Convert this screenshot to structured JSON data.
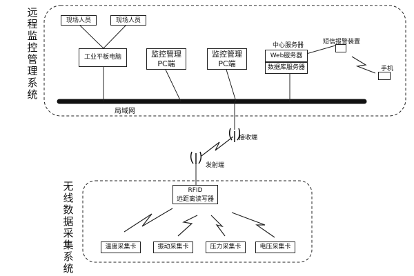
{
  "remote_system": {
    "title": "远程监控管理系统",
    "field_person_1": "现场人员",
    "field_person_2": "现场人员",
    "industrial_tablet": "工业平板电脑",
    "monitor_pc_1_line1": "监控管理",
    "monitor_pc_1_line2": "PC端",
    "monitor_pc_2_line1": "监控管理",
    "monitor_pc_2_line2": "PC端",
    "center_server_label": "中心服务器",
    "web_server": "Web服务器",
    "db_server": "数据库服务器",
    "sms_alarm": "短信报警装置",
    "phone": "手机",
    "lan": "局域网"
  },
  "links": {
    "receiver": "接收端",
    "transmitter": "发射端"
  },
  "wireless_system": {
    "title": "无线数据采集系统",
    "rfid_line1": "RFID",
    "rfid_line2": "远距离读写器",
    "cards": [
      "温度采集卡",
      "振动采集卡",
      "压力采集卡",
      "电压采集卡"
    ]
  }
}
